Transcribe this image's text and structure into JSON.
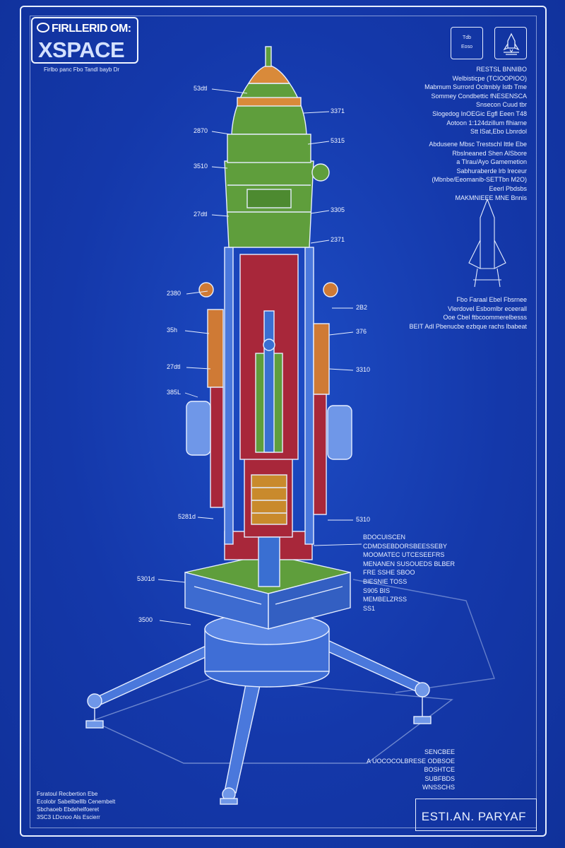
{
  "header": {
    "logo_top": "FIRLLERID OM:",
    "logo_main": "XSPACE",
    "logo_sub": "Firlbo panc Fbo Tandl bayb Dr",
    "badge_1_label": "Tdb",
    "badge_1_label2": "Eoso",
    "badge_2_icon": "rocket-launch-icon"
  },
  "spec_notes": {
    "block_1": [
      "RESTSL BNNIBO",
      "Welbisticpe (TCIOOPIOO)",
      "Mabmum Surrord Ocltmbly Istb Tme",
      "Sommey Condbettic fNESENSCA",
      "Snsecon Cuud tbr",
      "Slogedog InOEGic Egfl Eeen T48",
      "Aotoon 1:124dzillum flhiarne",
      "Stt lSat,Ebo Lbnrdol"
    ],
    "block_2": [
      "Abdusene Mbsc Trestschl Ittle Ebe",
      "Rbslneaned Shen AlSbore",
      "a Tlrau/Ayo Gamemetion",
      "Sabhuraberde lrb lreceur",
      "(Mbnbe/Eeomanib-SETTbn M2O)",
      "Eeerl Pbdsbs",
      "MAKMNIEEE MNE Bnnis"
    ],
    "block_3": [
      "Fbo Faraal Ebel Fbsrnee",
      "Vlerdovel Esbomlbr eceerall",
      "Ooe Cbel ftbcoommerelbesss",
      "BEIT Adl Pbenucbe ezbque rachs lbabeat"
    ],
    "block_4": [
      "BDOCUISCEN",
      "CDMDSEBDORSBEESSEBY",
      "MOOMATEC UTCESEEFRS",
      "MENANEN SUSOUEDS BLBER",
      "FRE     SSHE SBOO",
      "          BIESNIE TOSS",
      "          S905 BIS",
      "          MEMBELZRSS",
      "                    SS1"
    ],
    "block_5": [
      "SENCBEE",
      "A UOCOCOLBRESE ODBSOE",
      "BOSHTCE",
      "SUBFBDS",
      "WNSSCHS"
    ],
    "block_6": [
      "Fsratoul Recbertion Ebe",
      "Ecolobr Sabellbelllb Cenembelt",
      "Sbchaoeb Ebdehelfoeret",
      "3SC3 LDcnoo Als Escierr"
    ]
  },
  "callouts": {
    "left": [
      "53dtl",
      "2870",
      "3510",
      "27dtl",
      "2380",
      "35h",
      "27dtl",
      "385L",
      "5281d",
      "5301d",
      "3500"
    ],
    "right": [
      "3371",
      "5315",
      "3305",
      "2371",
      "2B2",
      "376",
      "3310",
      "5310"
    ]
  },
  "title_block": {
    "title": "ESTI.AN. PARYAF"
  },
  "colors": {
    "background": "#1339a8",
    "line": "#e6eeff",
    "nose_orange": "#d98a3a",
    "body_green": "#5f9e3c",
    "booster_red": "#a8273a",
    "booster_orange": "#cf7a35",
    "stage_gold": "#c98a2c",
    "tank_blue": "#3a6fd2"
  }
}
